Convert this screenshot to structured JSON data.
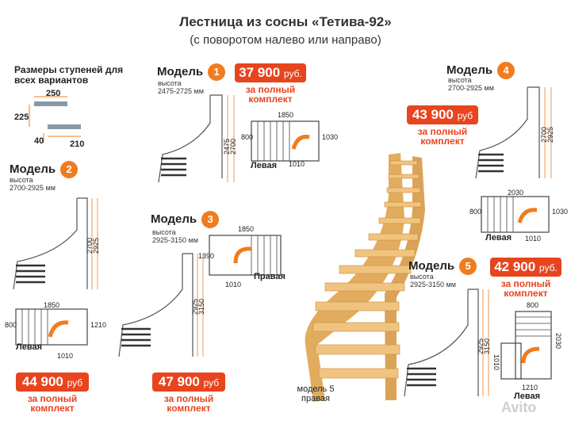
{
  "title": "Лестница из сосны «Тетива-92»",
  "subtitle": "(с поворотом налево или направо)",
  "step_sizes": {
    "title": "Размеры ступеней для всех вариантов",
    "dims": [
      "250",
      "225",
      "40",
      "210"
    ]
  },
  "models": [
    {
      "label": "Модель",
      "number": "1",
      "height_label": "высота",
      "height_range": "2475-2725 мм",
      "price": "37 900",
      "currency": "руб.",
      "price_note": "за полный комплект",
      "side": "Левая",
      "plan_dims": [
        "1850",
        "800",
        "1030",
        "1010"
      ],
      "elev_dims": [
        "2475",
        "2700"
      ]
    },
    {
      "label": "Модель",
      "number": "2",
      "height_label": "высота",
      "height_range": "2700-2925 мм",
      "price": "44 900",
      "currency": "руб",
      "price_note": "за полный комплект",
      "side": "Левая",
      "plan_dims": [
        "1850",
        "800",
        "1210",
        "1010"
      ],
      "elev_dims": [
        "2700",
        "2925"
      ]
    },
    {
      "label": "Модель",
      "number": "3",
      "height_label": "высота",
      "height_range": "2925-3150 мм",
      "price": "47 900",
      "currency": "руб",
      "price_note": "за полный комплект",
      "side": "Правая",
      "plan_dims": [
        "1850",
        "1390",
        "1010"
      ],
      "elev_dims": [
        "2925",
        "3150"
      ]
    },
    {
      "label": "Модель",
      "number": "4",
      "height_label": "высота",
      "height_range": "2700-2925 мм",
      "price": "43 900",
      "currency": "руб",
      "price_note": "за полный комплект",
      "side": "Левая",
      "plan_dims": [
        "2030",
        "800",
        "1030",
        "1010"
      ],
      "elev_dims": [
        "2700",
        "2925"
      ]
    },
    {
      "label": "Модель",
      "number": "5",
      "height_label": "высота",
      "height_range": "2925-3150 мм",
      "price": "42 900",
      "currency": "руб.",
      "price_note": "за полный комплект",
      "side": "Левая",
      "plan_dims": [
        "800",
        "2030",
        "1010",
        "1210"
      ],
      "elev_dims": [
        "2925",
        "3150"
      ]
    }
  ],
  "photo_caption": "модель 5 правая",
  "watermark": "Avito",
  "colors": {
    "accent": "#f07c1e",
    "price": "#e8441d",
    "wood": "#e8b870",
    "line": "#555555"
  }
}
